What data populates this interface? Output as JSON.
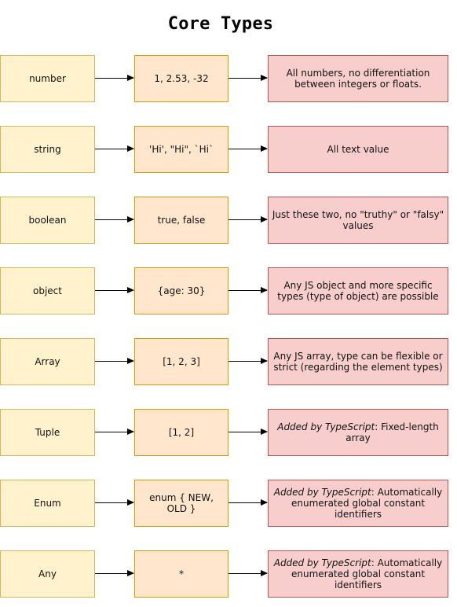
{
  "title": "Core Types",
  "rows": [
    {
      "type": "number",
      "example": "1, 2.53, -32",
      "desc_em": "",
      "desc": "All numbers, no differentiation between integers or floats."
    },
    {
      "type": "string",
      "example": "'Hi', \"Hi\", `Hi`",
      "desc_em": "",
      "desc": "All text value"
    },
    {
      "type": "boolean",
      "example": "true, false",
      "desc_em": "",
      "desc": "Just these two, no \"truthy\" or \"falsy\" values"
    },
    {
      "type": "object",
      "example": "{age: 30}",
      "desc_em": "",
      "desc": "Any JS object and more specific types (type of object) are possible"
    },
    {
      "type": "Array",
      "example": "[1, 2, 3]",
      "desc_em": "",
      "desc": "Any JS array, type can be flexible or strict (regarding the element types)"
    },
    {
      "type": "Tuple",
      "example": "[1, 2]",
      "desc_em": "Added by TypeScript",
      "desc": ": Fixed-length array"
    },
    {
      "type": "Enum",
      "example": "enum { NEW, OLD }",
      "desc_em": "Added by TypeScript",
      "desc": ": Automatically enumerated global constant identifiers"
    },
    {
      "type": "Any",
      "example": "*",
      "desc_em": "Added by TypeScript",
      "desc": ": Automatically enumerated global constant identifiers"
    }
  ]
}
